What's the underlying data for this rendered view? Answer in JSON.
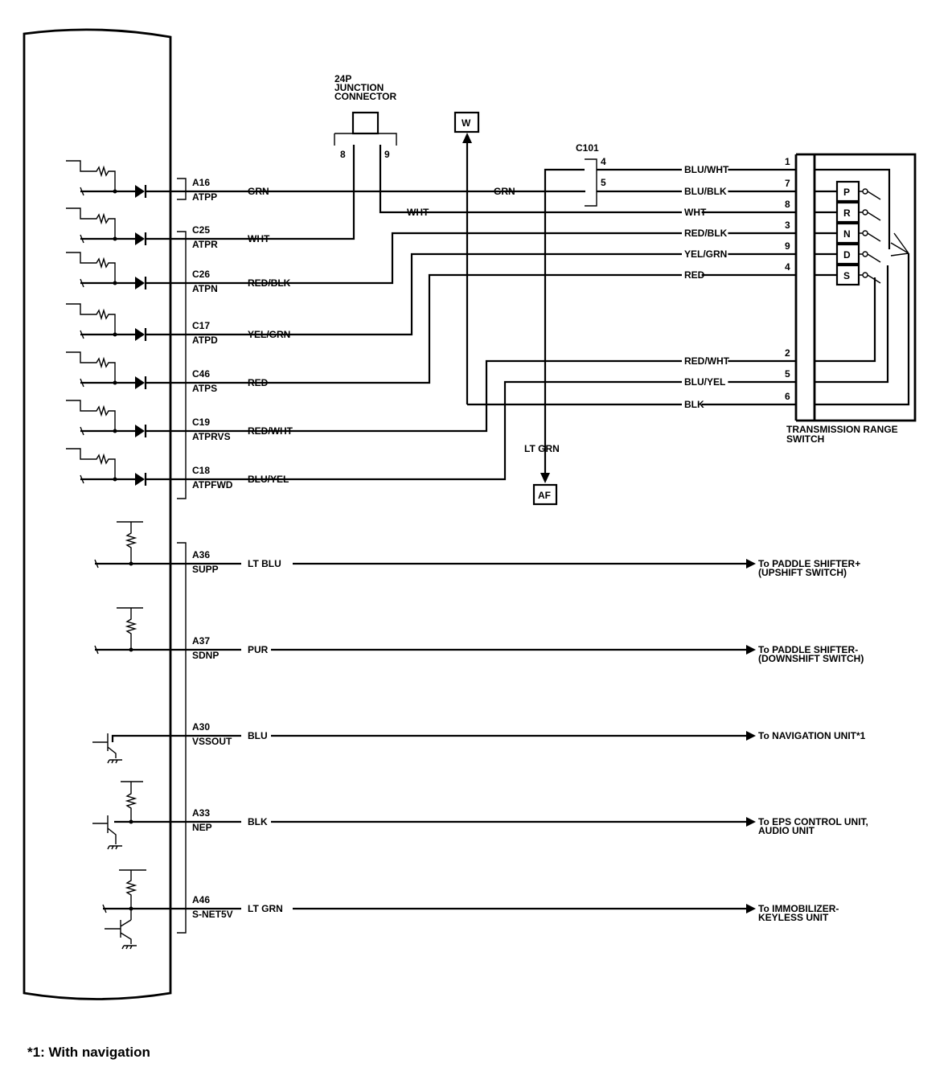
{
  "junction_connector": {
    "label_lines": [
      "24P",
      "JUNCTION",
      "CONNECTOR"
    ],
    "pin_left": "8",
    "pin_right": "9"
  },
  "connector_c101": {
    "label": "C101",
    "pin_top": "4",
    "pin_bottom": "5"
  },
  "ground_boxes": {
    "w": "W",
    "af": "AF",
    "lt_grn_label": "LT GRN"
  },
  "range_switch": {
    "label_lines": [
      "TRANSMISSION RANGE",
      "SWITCH"
    ],
    "positions": [
      "P",
      "R",
      "N",
      "D",
      "S"
    ]
  },
  "ecm_terminals_top": [
    {
      "pin": "A16",
      "name": "ATPP",
      "wire": "GRN"
    },
    {
      "pin": "C25",
      "name": "ATPR",
      "wire": "WHT"
    },
    {
      "pin": "C26",
      "name": "ATPN",
      "wire": "RED/BLK"
    },
    {
      "pin": "C17",
      "name": "ATPD",
      "wire": "YEL/GRN"
    },
    {
      "pin": "C46",
      "name": "ATPS",
      "wire": "RED"
    },
    {
      "pin": "C19",
      "name": "ATPRVS",
      "wire": "RED/WHT"
    },
    {
      "pin": "C18",
      "name": "ATPFWD",
      "wire": "BLU/YEL"
    }
  ],
  "mid_wire_grn": "GRN",
  "mid_wire_wht": "WHT",
  "switch_wires": [
    {
      "color": "BLU/WHT",
      "pin": "1"
    },
    {
      "color": "BLU/BLK",
      "pin": "7"
    },
    {
      "color": "WHT",
      "pin": "8"
    },
    {
      "color": "RED/BLK",
      "pin": "3"
    },
    {
      "color": "YEL/GRN",
      "pin": "9"
    },
    {
      "color": "RED",
      "pin": "4"
    },
    {
      "color": "RED/WHT",
      "pin": "2"
    },
    {
      "color": "BLU/YEL",
      "pin": "5"
    },
    {
      "color": "BLK",
      "pin": "6"
    }
  ],
  "ecm_terminals_bottom": [
    {
      "pin": "A36",
      "name": "SUPP",
      "wire": "LT BLU",
      "dest_lines": [
        "To PADDLE SHIFTER+",
        "(UPSHIFT SWITCH)"
      ]
    },
    {
      "pin": "A37",
      "name": "SDNP",
      "wire": "PUR",
      "dest_lines": [
        "To PADDLE SHIFTER-",
        "(DOWNSHIFT SWITCH)"
      ]
    },
    {
      "pin": "A30",
      "name": "VSSOUT",
      "wire": "BLU",
      "dest_lines": [
        "To NAVIGATION UNIT*1"
      ]
    },
    {
      "pin": "A33",
      "name": "NEP",
      "wire": "BLK",
      "dest_lines": [
        "To EPS CONTROL UNIT,",
        "AUDIO UNIT"
      ]
    },
    {
      "pin": "A46",
      "name": "S-NET5V",
      "wire": "LT GRN",
      "dest_lines": [
        "To IMMOBILIZER-",
        "KEYLESS UNIT"
      ]
    }
  ],
  "footnote": "*1: With navigation"
}
